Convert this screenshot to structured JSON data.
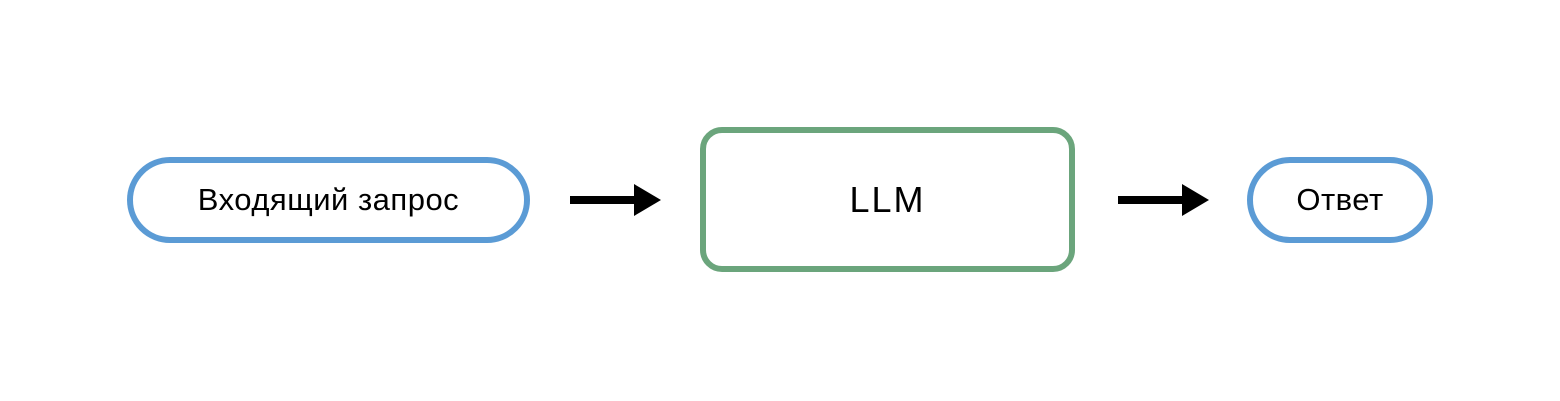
{
  "diagram": {
    "title": "llm-request-response-flow",
    "nodes": [
      {
        "id": "input",
        "label": "Входящий запрос",
        "shape": "pill",
        "border_color": "#5b9bd5"
      },
      {
        "id": "llm",
        "label": "LLM",
        "shape": "rounded-rect",
        "border_color": "#6ba57c"
      },
      {
        "id": "output",
        "label": "Ответ",
        "shape": "pill",
        "border_color": "#5b9bd5"
      }
    ],
    "arrows": [
      {
        "from": "input",
        "to": "llm",
        "color": "#000000"
      },
      {
        "from": "llm",
        "to": "output",
        "color": "#000000"
      }
    ]
  },
  "colors": {
    "node-blue": "#5b9bd5",
    "node-green": "#6ba57c",
    "arrow-black": "#000000",
    "text": "#000000",
    "background": "#ffffff"
  }
}
